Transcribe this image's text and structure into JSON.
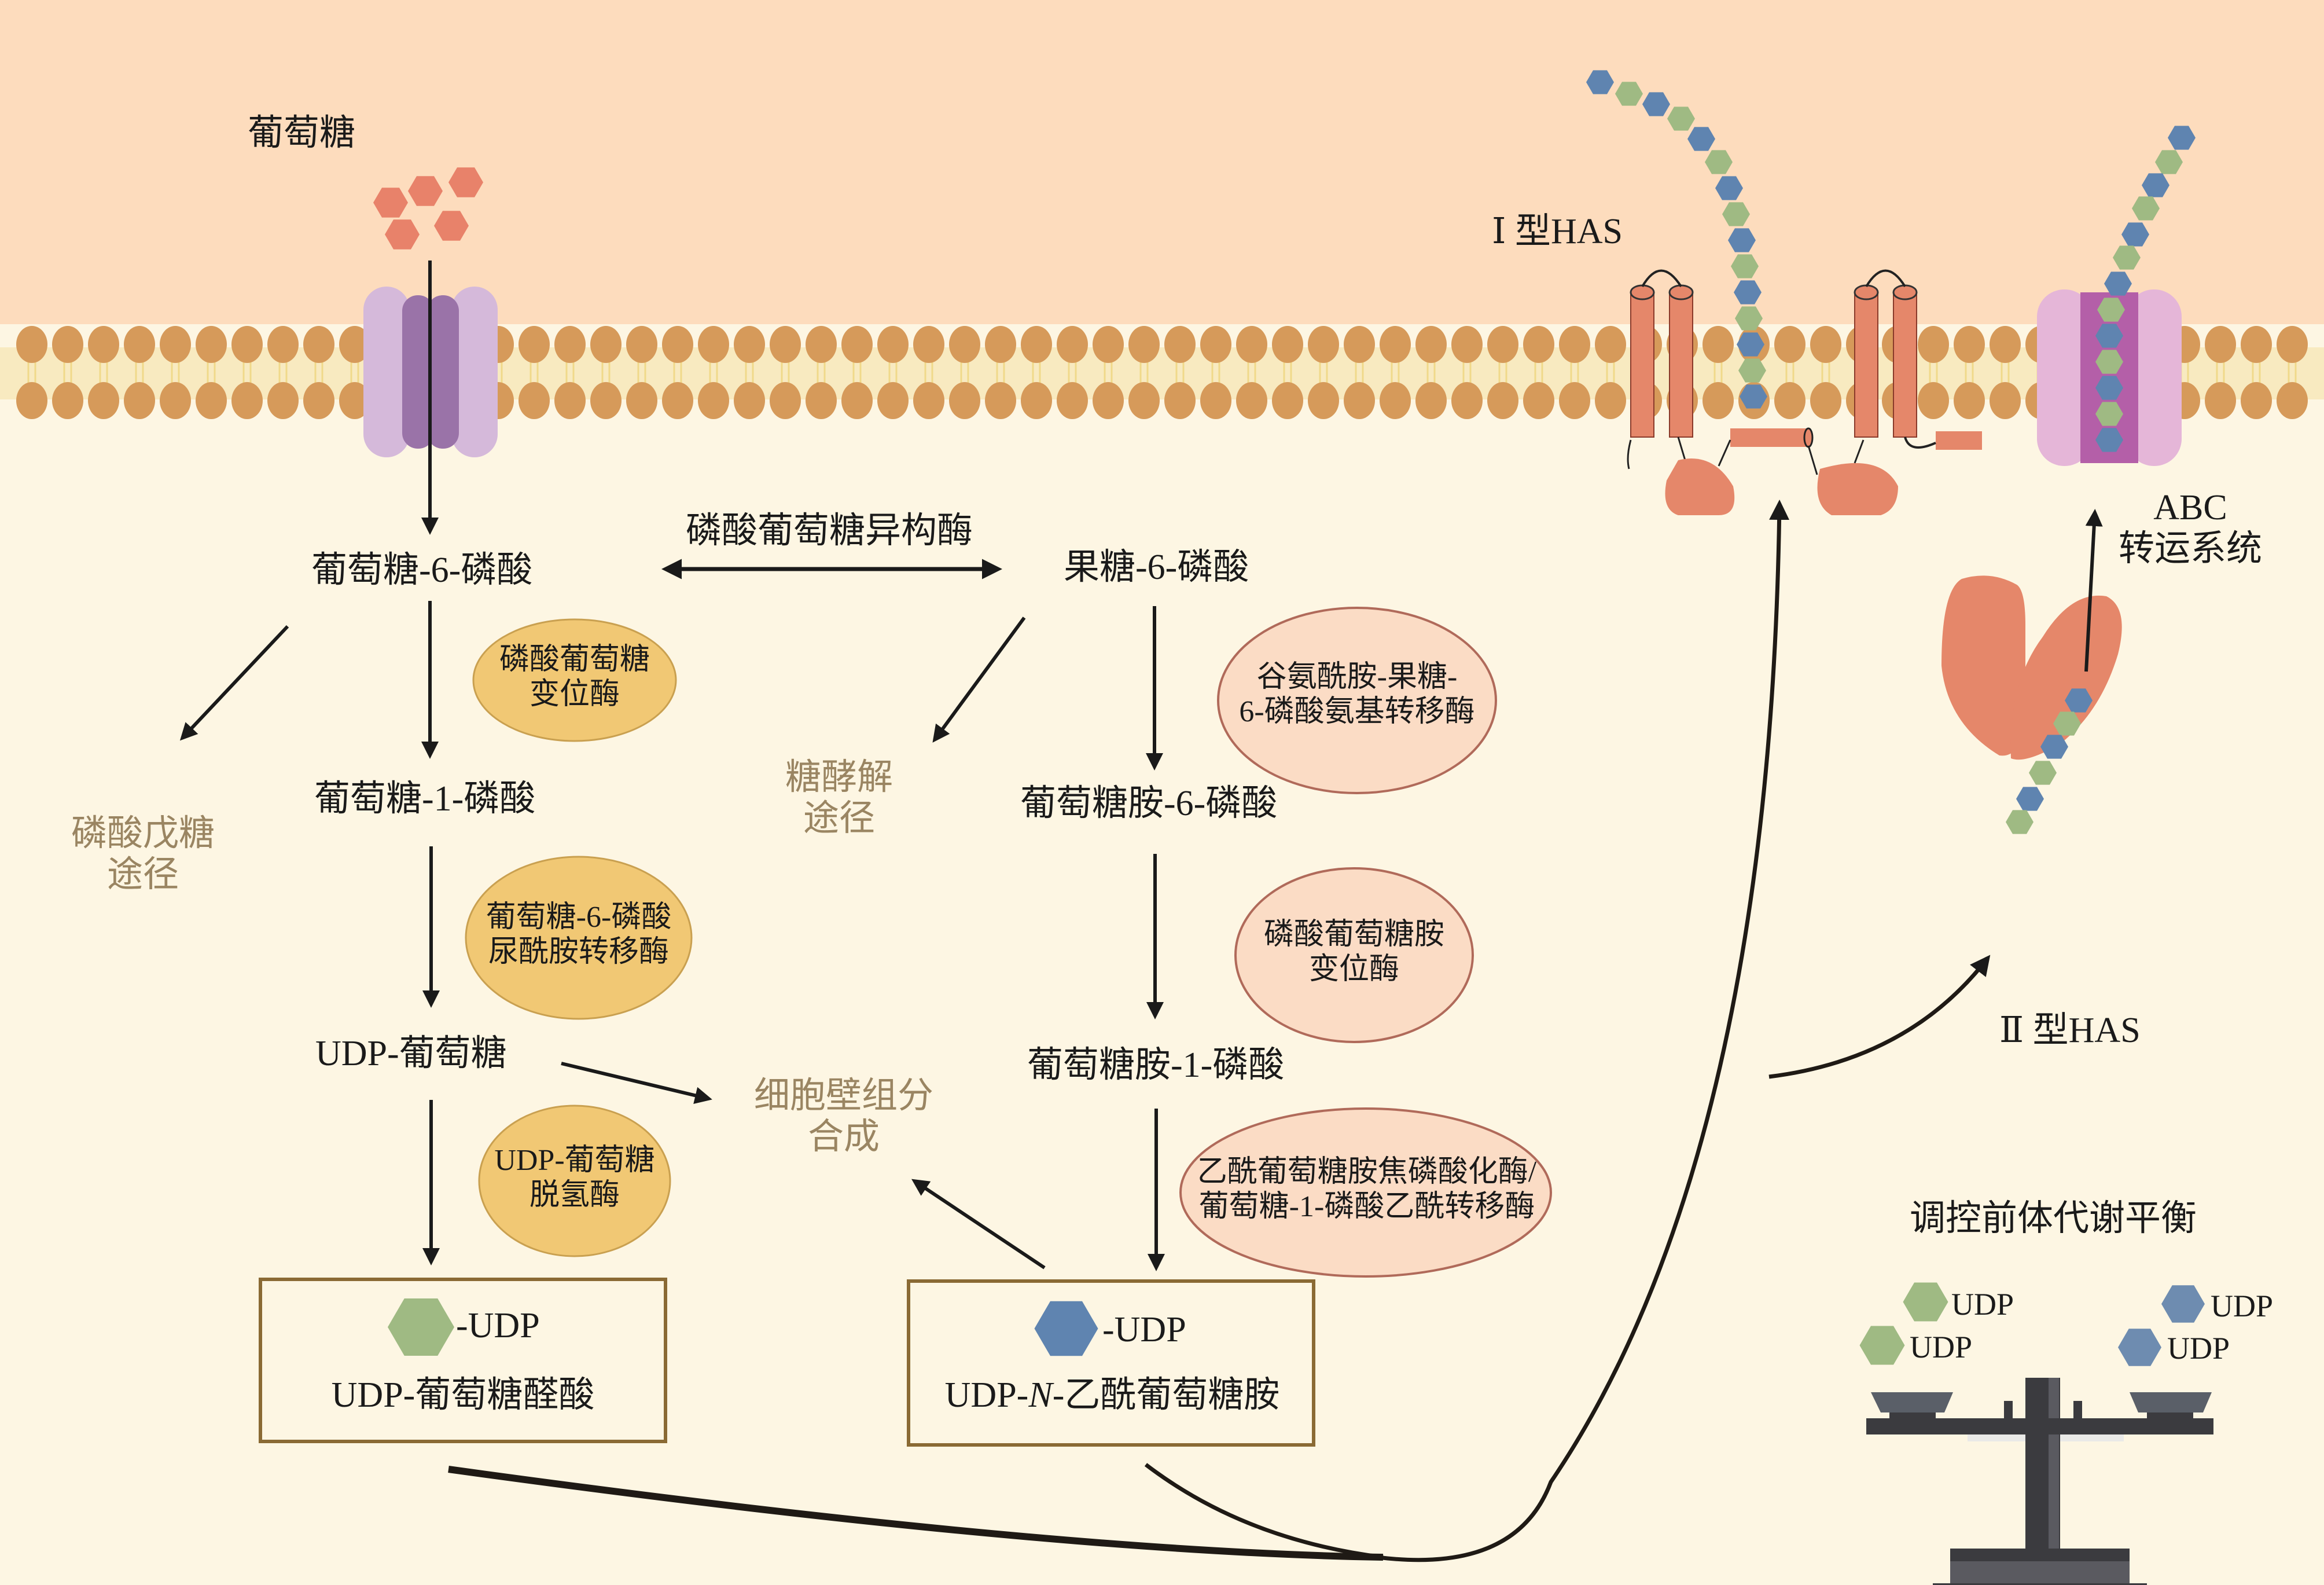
{
  "title": "透明质酸生物合成途径示意图",
  "colors": {
    "extracellular_bg": "#fddcbd",
    "cytoplasm_bg": "#fdf6e3",
    "lipid_head": "#d69a5a",
    "lipid_tail": "#f5e3a8",
    "glucose": "#e8826a",
    "transporter_light": "#d5b9da",
    "transporter_dark": "#9a73a8",
    "has_protein": "#e5876a",
    "abc_light": "#e5b6d8",
    "abc_dark": "#b45fa8",
    "glcua_hexagon": "#9fba83",
    "glcnac_hexagon": "#5f84b0",
    "enzyme_gold": "#f1c874",
    "enzyme_gold_border": "#c9a050",
    "enzyme_pink": "#fbdcc5",
    "enzyme_pink_border": "#b06a5a",
    "box_border": "#8a6a34",
    "arrow": "#1a1a1a",
    "pathway_text": "#9a8562",
    "scale": "#3b3b3f"
  },
  "extracellular": {
    "glucose_label": "葡萄糖"
  },
  "has_types": {
    "type1_label": "Ⅰ 型HAS",
    "type2_label": "Ⅱ 型HAS",
    "abc_line1": "ABC",
    "abc_line2": "转运系统"
  },
  "metabolites": {
    "g6p": "葡萄糖-6-磷酸",
    "f6p": "果糖-6-磷酸",
    "g1p": "葡萄糖-1-磷酸",
    "udp_glc": "UDP-葡萄糖",
    "glcn6p": "葡萄糖胺-6-磷酸",
    "glcn1p": "葡萄糖胺-1-磷酸",
    "udp_glcua_short": "-UDP",
    "udp_glcua": "UDP-葡萄糖醛酸",
    "udp_glcnac_short": "-UDP",
    "udp_glcnac_prefix": "UDP-",
    "udp_glcnac_italic": "N",
    "udp_glcnac_suffix": "-乙酰葡萄糖胺"
  },
  "enzymes": {
    "isomerase": "磷酸葡萄糖异构酶",
    "pgm": [
      "磷酸葡萄糖",
      "变位酶"
    ],
    "ugp": [
      "葡萄糖-6-磷酸",
      "尿酰胺转移酶"
    ],
    "ugdh": [
      "UDP-葡萄糖",
      "脱氢酶"
    ],
    "gfat": [
      "谷氨酰胺-果糖-",
      "6-磷酸氨基转移酶"
    ],
    "pgam": [
      "磷酸葡萄糖胺",
      "变位酶"
    ],
    "glmu": [
      "乙酰葡萄糖胺焦磷酸化酶/",
      "葡萄糖-1-磷酸乙酰转移酶"
    ]
  },
  "pathways": {
    "ppp": [
      "磷酸戊糖",
      "途径"
    ],
    "glycolysis": [
      "糖酵解",
      "途径"
    ],
    "cell_wall": [
      "细胞壁组分",
      "合成"
    ]
  },
  "balance": {
    "title": "调控前体代谢平衡",
    "udp_label": "UDP"
  }
}
